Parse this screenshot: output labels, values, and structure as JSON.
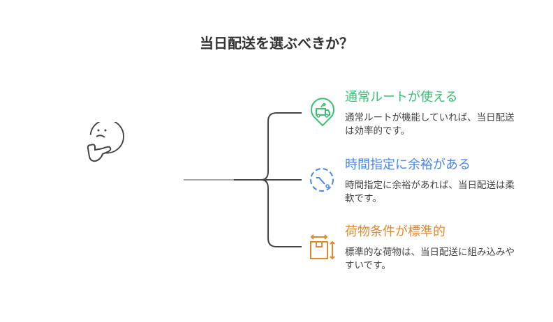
{
  "title": "当日配送を選ぶべきか？",
  "branches": [
    {
      "heading": "通常ルートが使える",
      "description": "通常ルートが機能していれば、当日配送は効率的です。",
      "color": "#3bbf74",
      "icon": "route-pin-icon"
    },
    {
      "heading": "時間指定に余裕がある",
      "description": "時間指定に余裕があれば、当日配送は柔軟です。",
      "color": "#4a86e8",
      "icon": "clock-icon"
    },
    {
      "heading": "荷物条件が標準的",
      "description": "標準的な荷物は、当日配送に組み込みやすいです。",
      "color": "#e08a2e",
      "icon": "package-size-icon"
    }
  ]
}
